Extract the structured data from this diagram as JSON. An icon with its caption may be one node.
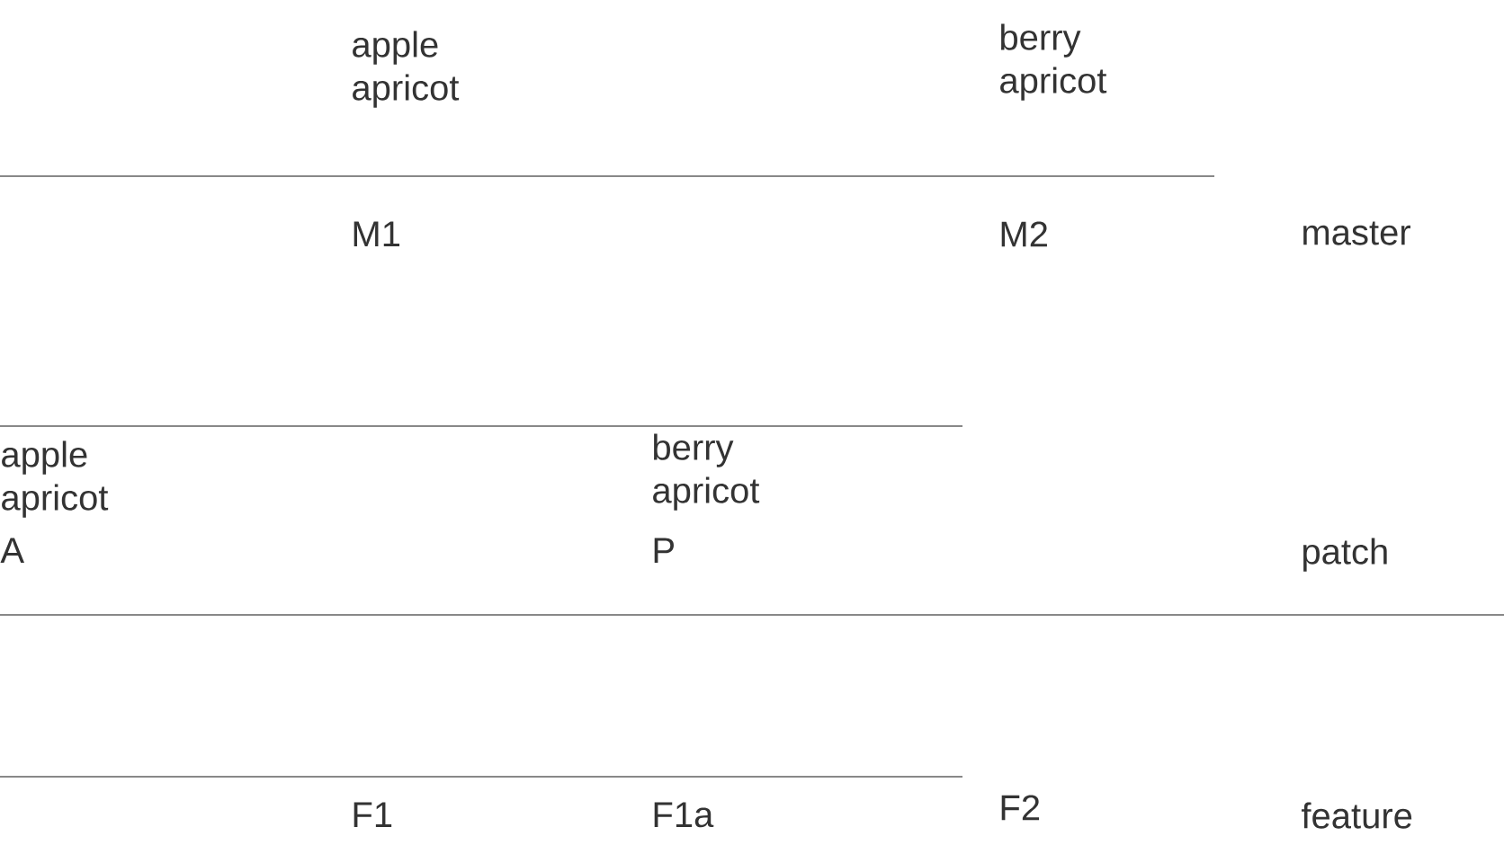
{
  "diagram": {
    "labels": [
      "apple apricot",
      "berry apricot",
      "M1",
      "M2",
      "master",
      "apple apricot",
      "berry apricot",
      "A",
      "P",
      "patch",
      "F1",
      "F1a",
      "F2",
      "feature"
    ]
  }
}
